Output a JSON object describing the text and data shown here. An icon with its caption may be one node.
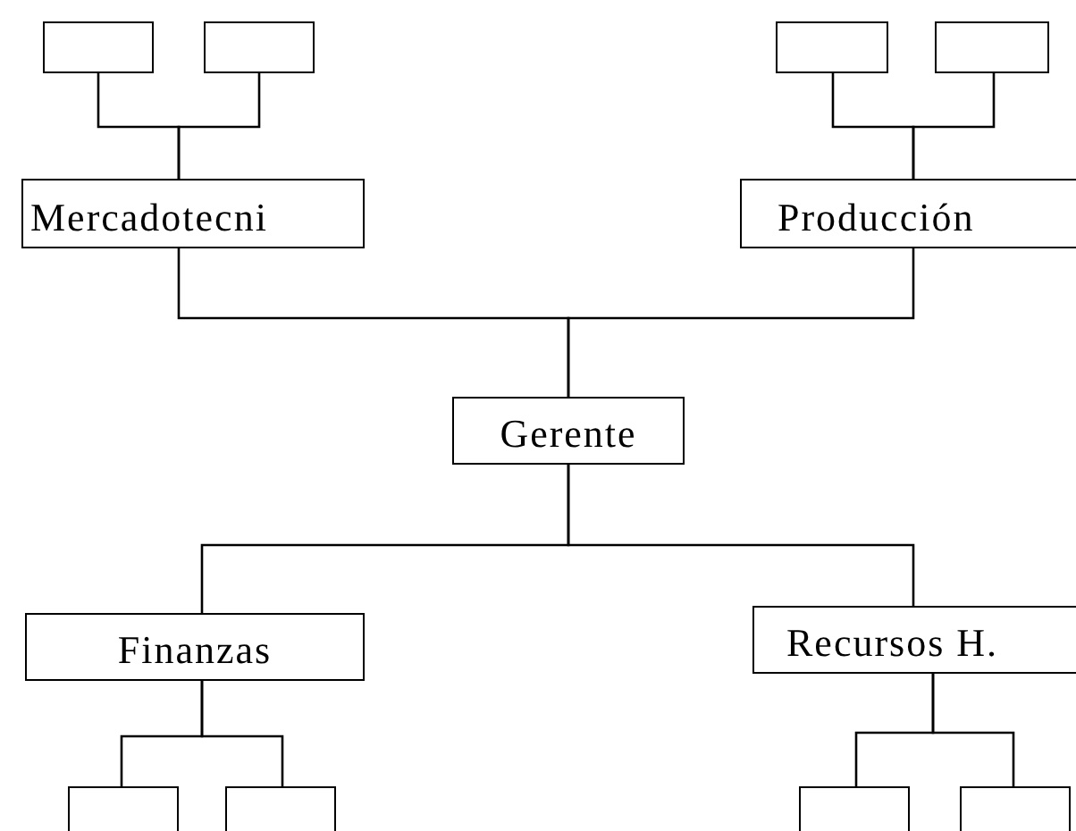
{
  "diagram": {
    "nodes": [
      {
        "text": [],
        "shape": "box"
      },
      {
        "text": [],
        "shape": "box"
      },
      {
        "text": [],
        "shape": "box"
      },
      {
        "text": [],
        "shape": "box"
      },
      {
        "text": [
          "Mercadotecni"
        ]
      },
      {
        "text": [
          "Producción"
        ]
      },
      {
        "text": [
          "Gerente"
        ]
      },
      {
        "text": [
          "Finanzas"
        ]
      },
      {
        "text": [
          "Recursos H."
        ]
      },
      {
        "text": [],
        "shape": "box"
      },
      {
        "text": [],
        "shape": "box"
      },
      {
        "text": [],
        "shape": "box"
      },
      {
        "text": [],
        "shape": "box"
      }
    ],
    "edges": [
      {
        "from": 6,
        "to": 4,
        "arrow": "none"
      },
      {
        "from": 6,
        "to": 5,
        "arrow": "none"
      },
      {
        "from": 6,
        "to": 7,
        "arrow": "none"
      },
      {
        "from": 6,
        "to": 8,
        "arrow": "none"
      },
      {
        "from": 4,
        "to": 0,
        "arrow": "none"
      },
      {
        "from": 4,
        "to": 1,
        "arrow": "none"
      },
      {
        "from": 5,
        "to": 2,
        "arrow": "none"
      },
      {
        "from": 5,
        "to": 3,
        "arrow": "none"
      },
      {
        "from": 7,
        "to": 9,
        "arrow": "none"
      },
      {
        "from": 7,
        "to": 10,
        "arrow": "none"
      },
      {
        "from": 8,
        "to": 11,
        "arrow": "none"
      },
      {
        "from": 8,
        "to": 12,
        "arrow": "none"
      }
    ]
  }
}
